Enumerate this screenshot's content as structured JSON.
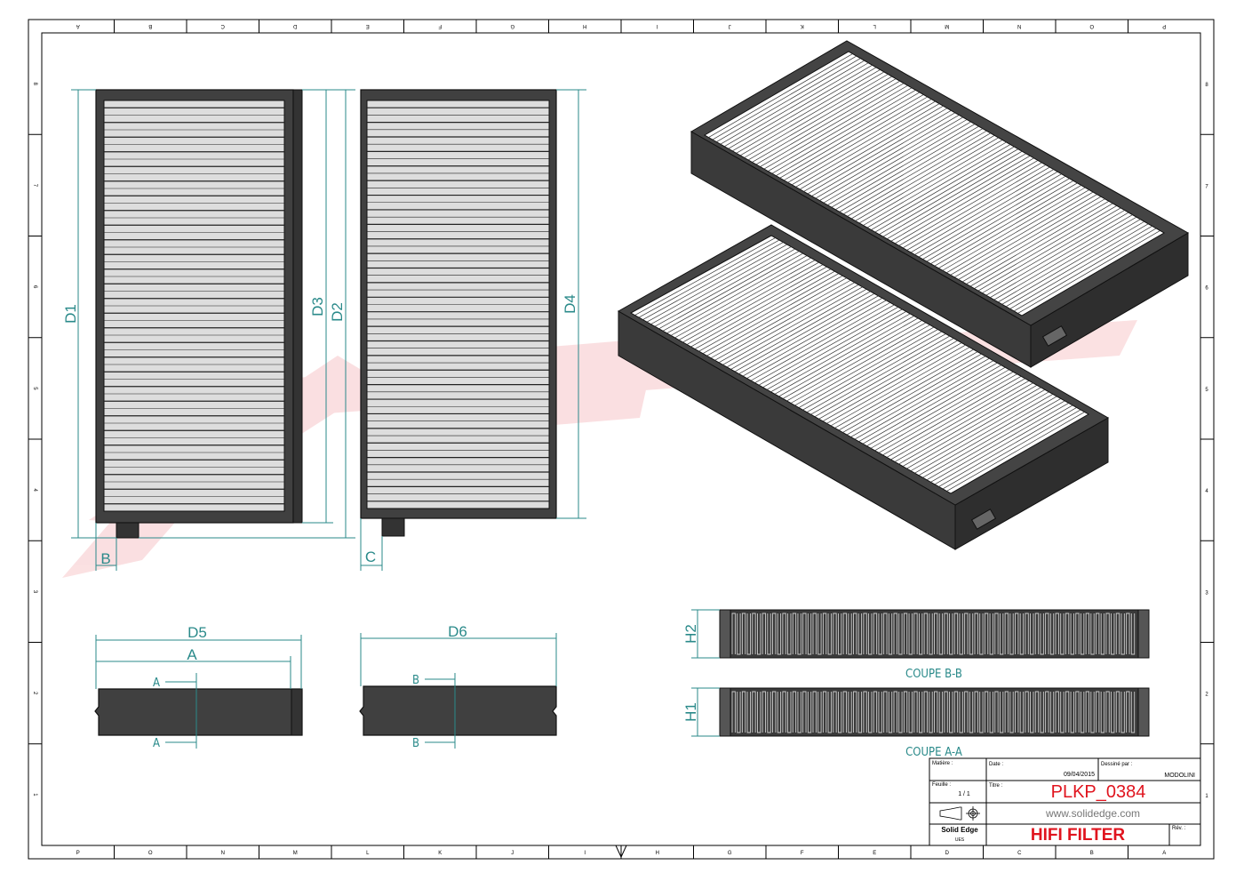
{
  "border": {
    "columns": [
      "P",
      "O",
      "N",
      "M",
      "L",
      "K",
      "J",
      "I",
      "H",
      "G",
      "F",
      "E",
      "D",
      "C",
      "B",
      "A"
    ],
    "rows": [
      "8",
      "7",
      "6",
      "5",
      "4",
      "3",
      "2",
      "1"
    ]
  },
  "views": {
    "front_left": {
      "dims": {
        "d1": "D1",
        "d3": "D3",
        "d2": "D2",
        "b": "B"
      }
    },
    "front_right": {
      "dims": {
        "d4": "D4",
        "c": "C"
      }
    },
    "bottom_left": {
      "dims": {
        "d5": "D5",
        "a": "A"
      },
      "section_mark": "A"
    },
    "bottom_right": {
      "dims": {
        "d6": "D6"
      },
      "section_mark": "B"
    },
    "section_bb": {
      "label": "COUPE B-B",
      "dim": "H2"
    },
    "section_aa": {
      "label": "COUPE A-A",
      "dim": "H1"
    }
  },
  "title_block": {
    "matiere_label": "Matière :",
    "date_label": "Date :",
    "date": "09/04/2015",
    "dessine_label": "Dessiné par :",
    "dessine": "MODOLINI",
    "feuille_label": "Feuille :",
    "feuille": "1 / 1",
    "titre_label": "Titre :",
    "title": "PLKP_0384",
    "website": "www.solidedge.com",
    "software": "Solid Edge",
    "software_sub": "UES",
    "product": "HIFI FILTER",
    "rev_label": "Rév. :"
  },
  "colors": {
    "dimension": "#2a8a8a",
    "title_red": "#e0141e",
    "frame": "#404040"
  }
}
